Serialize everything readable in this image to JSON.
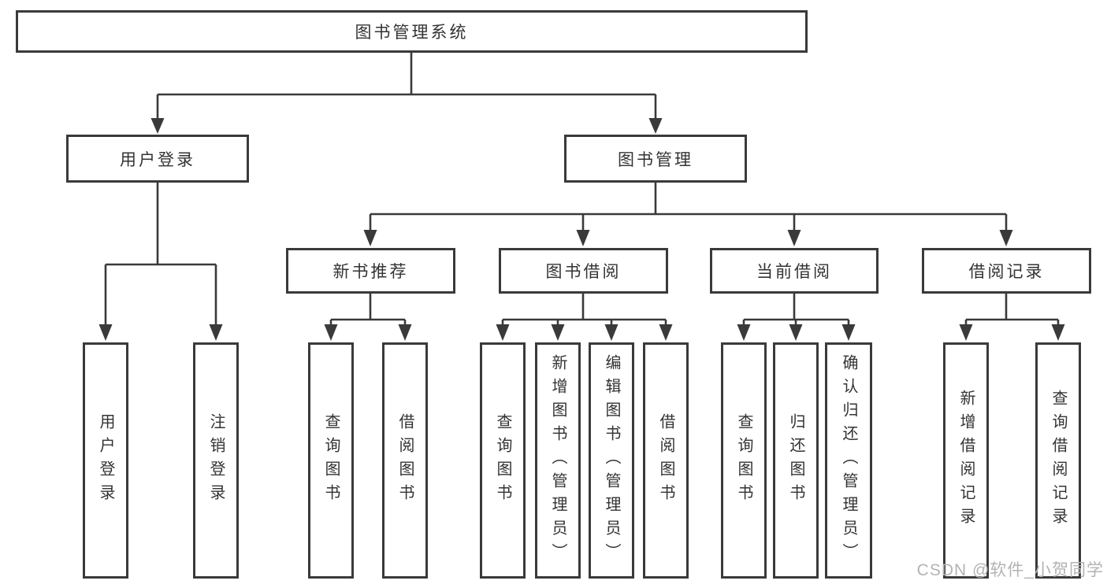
{
  "diagram_title": "图书管理系统",
  "tree": {
    "label": "图书管理系统",
    "children": [
      {
        "label": "用户登录",
        "children": [
          {
            "label": "用户登录"
          },
          {
            "label": "注销登录"
          }
        ]
      },
      {
        "label": "图书管理",
        "children": [
          {
            "label": "新书推荐",
            "children": [
              {
                "label": "查询图书"
              },
              {
                "label": "借阅图书"
              }
            ]
          },
          {
            "label": "图书借阅",
            "children": [
              {
                "label": "查询图书"
              },
              {
                "label": "新增图书（管理员）"
              },
              {
                "label": "编辑图书（管理员）"
              },
              {
                "label": "借阅图书"
              }
            ]
          },
          {
            "label": "当前借阅",
            "children": [
              {
                "label": "查询图书"
              },
              {
                "label": "归还图书"
              },
              {
                "label": "确认归还（管理员）"
              }
            ]
          },
          {
            "label": "借阅记录",
            "children": [
              {
                "label": "新增借阅记录"
              },
              {
                "label": "查询借阅记录"
              }
            ]
          }
        ]
      }
    ]
  },
  "watermark": {
    "text": "CSDN @软件_小贺同学"
  },
  "colors": {
    "line": "#3a3a3a",
    "box_border": "#3a3a3a",
    "text": "#333333",
    "watermark": "#b3b3b3",
    "background": "#ffffff"
  }
}
